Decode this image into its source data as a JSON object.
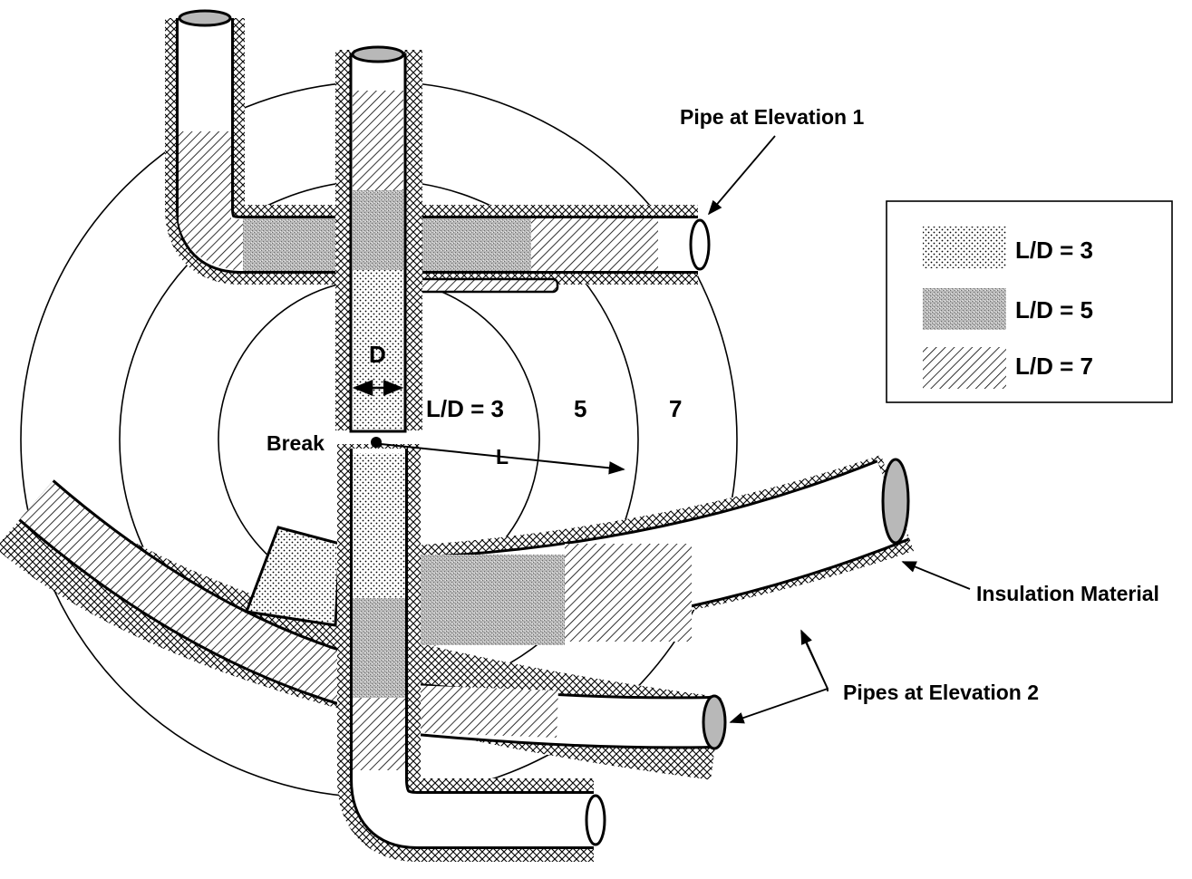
{
  "labels": {
    "diameter": "D",
    "ratio_3": "L/D = 3",
    "ratio_5": "5",
    "ratio_7": "7",
    "break": "Break",
    "length": "L",
    "pipe_elevation_1": "Pipe at Elevation 1",
    "insulation_material": "Insulation Material",
    "pipes_elevation_2": "Pipes at Elevation 2"
  },
  "legend": {
    "items": [
      {
        "pattern": "sparse-dots",
        "label": "L/D = 3"
      },
      {
        "pattern": "dense-dots",
        "label": "L/D = 5"
      },
      {
        "pattern": "diagonal-hatch",
        "label": "L/D = 7"
      }
    ]
  },
  "colors": {
    "ink": "#000000",
    "background": "#ffffff",
    "dense_dots": "#b8b8b8"
  }
}
